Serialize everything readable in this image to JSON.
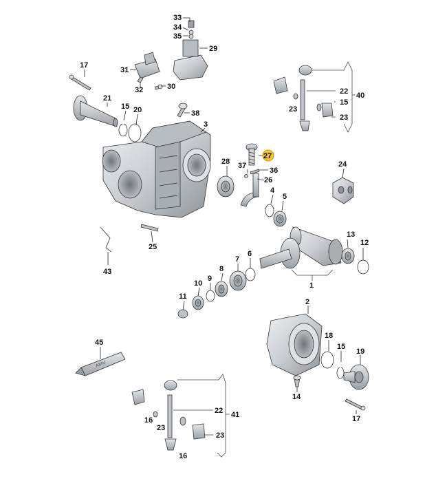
{
  "colors": {
    "part_fill": "#cfd3d6",
    "part_dark": "#8e9499",
    "part_light": "#eceef0",
    "highlight": "#f4c430",
    "ink": "#111111"
  },
  "highlighted_part": "27",
  "tube_text": "AMV",
  "labels": {
    "p1": "1",
    "p2": "2",
    "p3": "3",
    "p4": "4",
    "p5": "5",
    "p6": "6",
    "p7": "7",
    "p8": "8",
    "p9": "9",
    "p10": "10",
    "p11": "11",
    "p12": "12",
    "p13": "13",
    "p14": "14",
    "p15a": "15",
    "p15b": "15",
    "p15c": "15",
    "p16a": "16",
    "p16b": "16",
    "p17a": "17",
    "p17b": "17",
    "p18": "18",
    "p19": "19",
    "p20": "20",
    "p21": "21",
    "p22a": "22",
    "p22b": "22",
    "p23a": "23",
    "p23b": "23",
    "p23c": "23",
    "p23d": "23",
    "p24": "24",
    "p25": "25",
    "p26": "26",
    "p27": "27",
    "p28": "28",
    "p29": "29",
    "p30": "30",
    "p31": "31",
    "p32": "32",
    "p33": "33",
    "p34": "34",
    "p35": "35",
    "p36": "36",
    "p37": "37",
    "p38": "38",
    "p40": "40",
    "p41": "41",
    "p43": "43",
    "p45": "45"
  }
}
